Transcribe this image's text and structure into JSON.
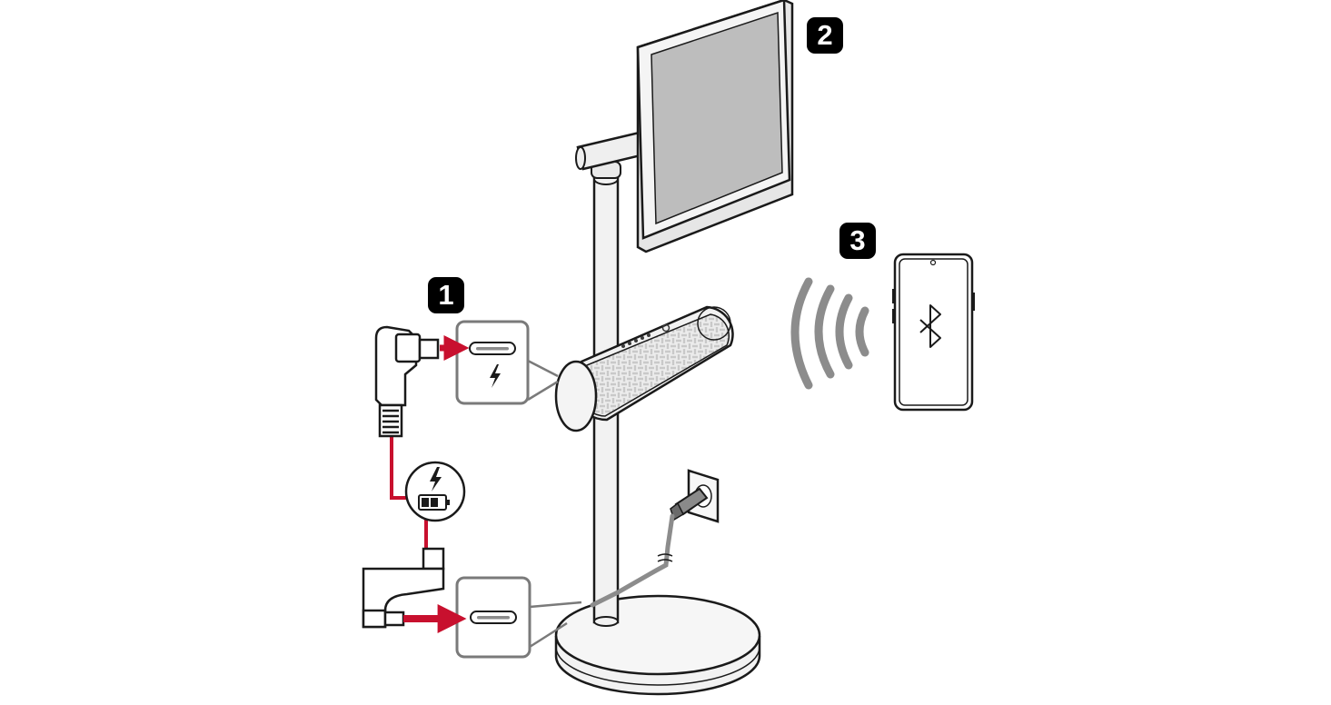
{
  "steps": [
    {
      "number": "1",
      "meaning": "connect-usb-c-charging-cable"
    },
    {
      "number": "2",
      "meaning": "stand-display"
    },
    {
      "number": "3",
      "meaning": "bluetooth-pairing-with-phone"
    }
  ],
  "icons": {
    "charge": "lightning-bolt-icon",
    "battery": "battery-icon",
    "bluetooth": "bluetooth-icon",
    "signal": "wireless-signal-icon"
  },
  "colors": {
    "cable": "#c8102e",
    "outline": "#1a1a1a",
    "screen": "#bdbdbd",
    "port_frame": "#7a7a7a",
    "signal": "#8c8c8c",
    "badge": "#000000"
  }
}
